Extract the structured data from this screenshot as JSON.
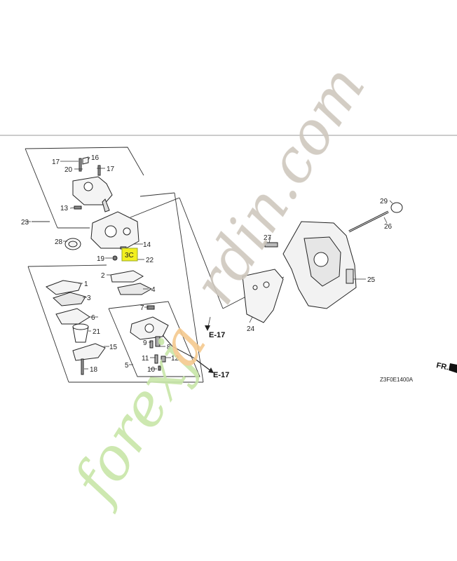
{
  "diagram": {
    "callouts": {
      "c1": "1",
      "c2": "2",
      "c3": "3",
      "c4": "4",
      "c5": "5",
      "c6": "6",
      "c7": "7",
      "c8": "8",
      "c9": "9",
      "c10": "10",
      "c11": "11",
      "c12": "12",
      "c13": "13",
      "c14": "14",
      "c15": "15",
      "c16": "16",
      "c17a": "17",
      "c17b": "17",
      "c18": "18",
      "c19": "19",
      "c20": "20",
      "c21": "21",
      "c22": "22",
      "c23": "23",
      "c24": "24",
      "c25": "25",
      "c26": "26",
      "c27": "27",
      "c28": "28",
      "c29": "29"
    },
    "highlight_label": "3C",
    "ref_e17_upper": "E-17",
    "ref_e17_lower": "E-17",
    "front_marker": "FR.",
    "drawing_code": "Z3F0E1400A"
  },
  "watermark": {
    "word_green": "forexj",
    "word_orange": "a",
    "word_grey": "rdin.com",
    "colors": {
      "green": "#c8e6a8",
      "orange": "#f4c98e",
      "grey": "#cfc8be"
    }
  },
  "colors": {
    "line": "#333333",
    "highlight": "#f2ef1e",
    "rule": "#999999"
  }
}
